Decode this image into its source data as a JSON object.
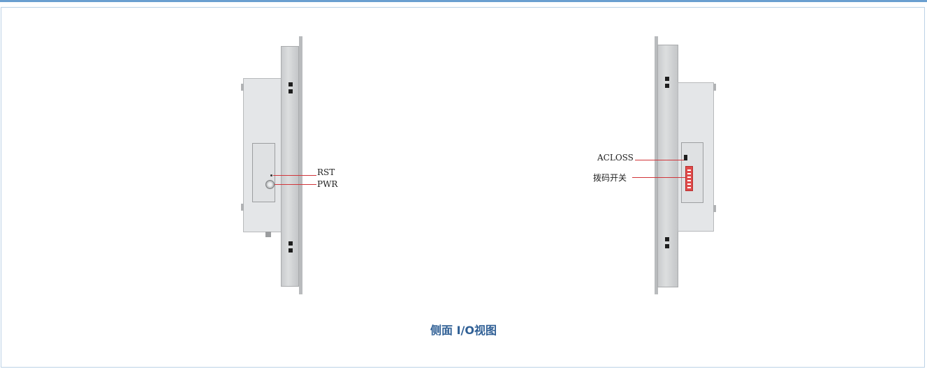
{
  "left_view": {
    "labels": {
      "rst": "RST",
      "pwr": "PWR"
    }
  },
  "right_view": {
    "labels": {
      "acloss": "ACLOSS",
      "dip_switch": "拨码开关"
    }
  },
  "caption": "侧面 I/O视图",
  "colors": {
    "accent": "#2f5f95",
    "leader_line": "#d1353a",
    "frame_border": "#bcd2e6"
  }
}
